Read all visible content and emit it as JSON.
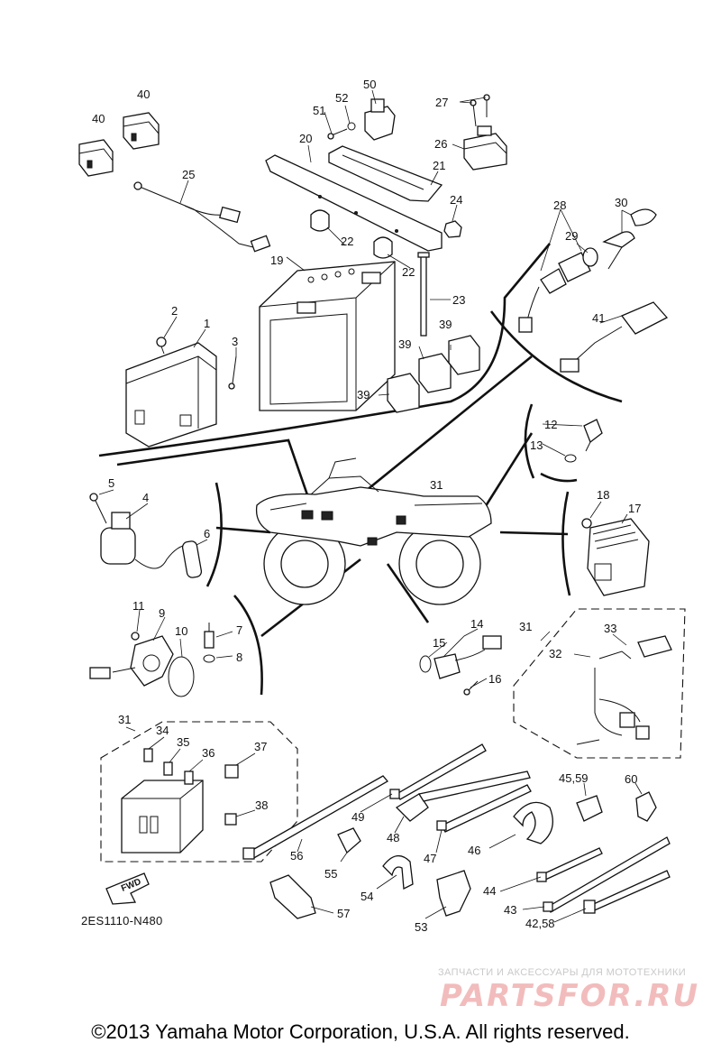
{
  "diagram": {
    "code": "2ES1110-N480",
    "fwd_label": "FWD",
    "copyright": "©2013 Yamaha Motor Corporation, U.S.A. All rights reserved.",
    "watermark": {
      "line1": "ЗАПЧАСТИ И АКСЕССУАРЫ ДЛЯ МОТОТЕХНИКИ",
      "line2": "PARTSFOR.RU"
    },
    "callouts": {
      "c1": "1",
      "c2": "2",
      "c3": "3",
      "c4": "4",
      "c5": "5",
      "c6": "6",
      "c7": "7",
      "c8": "8",
      "c9": "9",
      "c10": "10",
      "c11": "11",
      "c12": "12",
      "c13": "13",
      "c14": "14",
      "c15": "15",
      "c16": "16",
      "c17": "17",
      "c18": "18",
      "c19": "19",
      "c20": "20",
      "c21": "21",
      "c22a": "22",
      "c22b": "22",
      "c23": "23",
      "c24": "24",
      "c25": "25",
      "c26": "26",
      "c27": "27",
      "c28": "28",
      "c29": "29",
      "c30": "30",
      "c31a": "31",
      "c31b": "31",
      "c31c": "31",
      "c32": "32",
      "c33": "33",
      "c34": "34",
      "c35": "35",
      "c36": "36",
      "c37": "37",
      "c38": "38",
      "c39a": "39",
      "c39b": "39",
      "c39c": "39",
      "c40a": "40",
      "c40b": "40",
      "c41": "41",
      "c42": "42,58",
      "c43": "43",
      "c44": "44",
      "c45": "45,59",
      "c46": "46",
      "c47": "47",
      "c48": "48",
      "c49": "49",
      "c50": "50",
      "c51": "51",
      "c52": "52",
      "c53": "53",
      "c54": "54",
      "c55": "55",
      "c56": "56",
      "c57": "57",
      "c60": "60"
    }
  }
}
